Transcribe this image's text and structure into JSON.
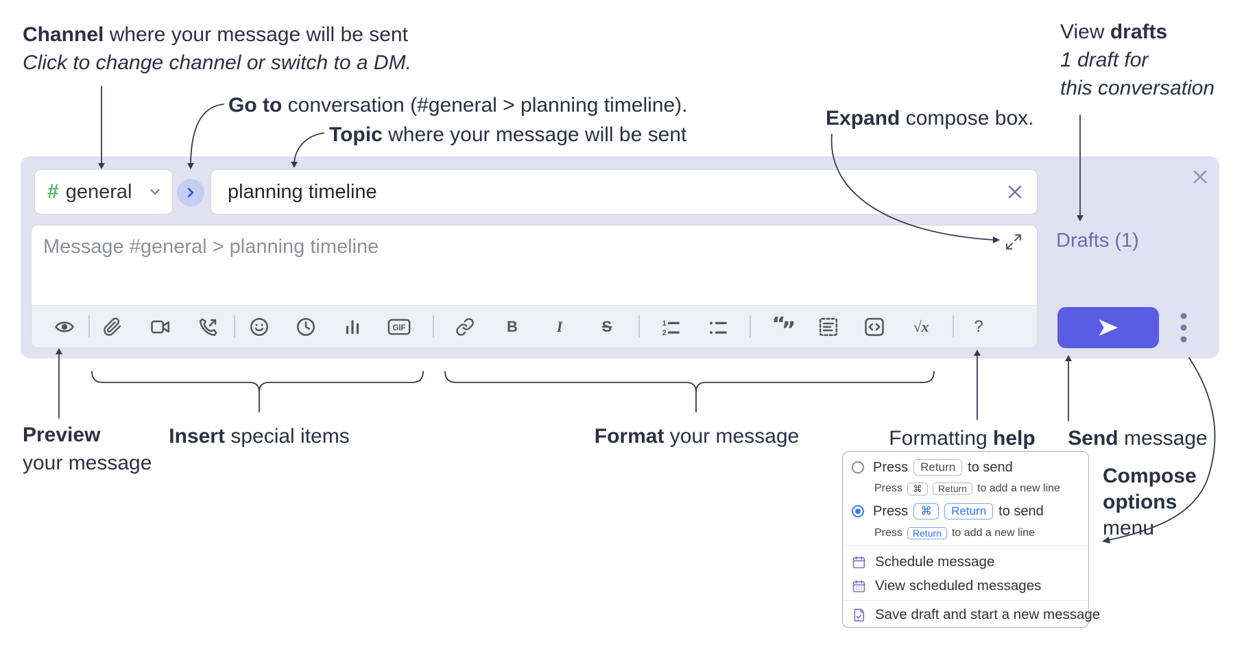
{
  "annotations": {
    "channel": {
      "bold": "Channel",
      "rest": " where your message will be sent",
      "line2": "Click to change channel or switch to a DM."
    },
    "go_to": {
      "bold": "Go to",
      "rest": " conversation (#general > planning timeline)."
    },
    "topic": {
      "bold": "Topic",
      "rest": " where your message will be sent"
    },
    "expand": {
      "bold": "Expand",
      "rest": " compose box."
    },
    "view_drafts": {
      "pre": "View ",
      "bold": "drafts",
      "line2": "1 draft for",
      "line3": "this conversation"
    },
    "preview": {
      "bold": "Preview",
      "line2": "your message"
    },
    "insert": {
      "bold": "Insert",
      "rest": " special items"
    },
    "format": {
      "bold": "Format",
      "rest": " your message"
    },
    "formatting_help": {
      "pre": "Formatting ",
      "bold": "help"
    },
    "send": {
      "bold": "Send",
      "rest": " message"
    },
    "compose_options": {
      "line1": "Compose",
      "line2": "options",
      "line3": "menu"
    }
  },
  "compose": {
    "channel": {
      "hash": "#",
      "name": "general"
    },
    "topic_value": "planning timeline",
    "message_placeholder": "Message #general > planning timeline",
    "drafts_label": "Drafts (1)",
    "toolbar": {
      "gif": "GIF",
      "bold": "B",
      "italic": "I",
      "strike": "S",
      "list_num_1": "1",
      "list_num_2": "2",
      "quote_open": "“",
      "quote_close": "”",
      "math": "√x",
      "help": "?"
    }
  },
  "menu": {
    "option_return": {
      "pre": "Press",
      "key_return": "Return",
      "post": "to send",
      "sub_pre": "Press",
      "sub_key_cmd": "⌘",
      "sub_key_return": "Return",
      "sub_post": "to add a new line"
    },
    "option_cmd_return": {
      "pre": "Press",
      "key_cmd": "⌘",
      "key_return": "Return",
      "post": "to send",
      "sub_pre": "Press",
      "sub_key_return": "Return",
      "sub_post": "to add a new line"
    },
    "schedule": "Schedule message",
    "view_scheduled": "View scheduled messages",
    "save_draft": "Save draft and start a new message"
  },
  "colors": {
    "compose_bg": "#e0e2f1",
    "send_button": "#5a5ce2",
    "hash_green": "#5cb370",
    "drafts_link": "#696eb4",
    "radio_selected": "#3d7bf5",
    "menu_icon_purple": "#7a6fd0"
  }
}
